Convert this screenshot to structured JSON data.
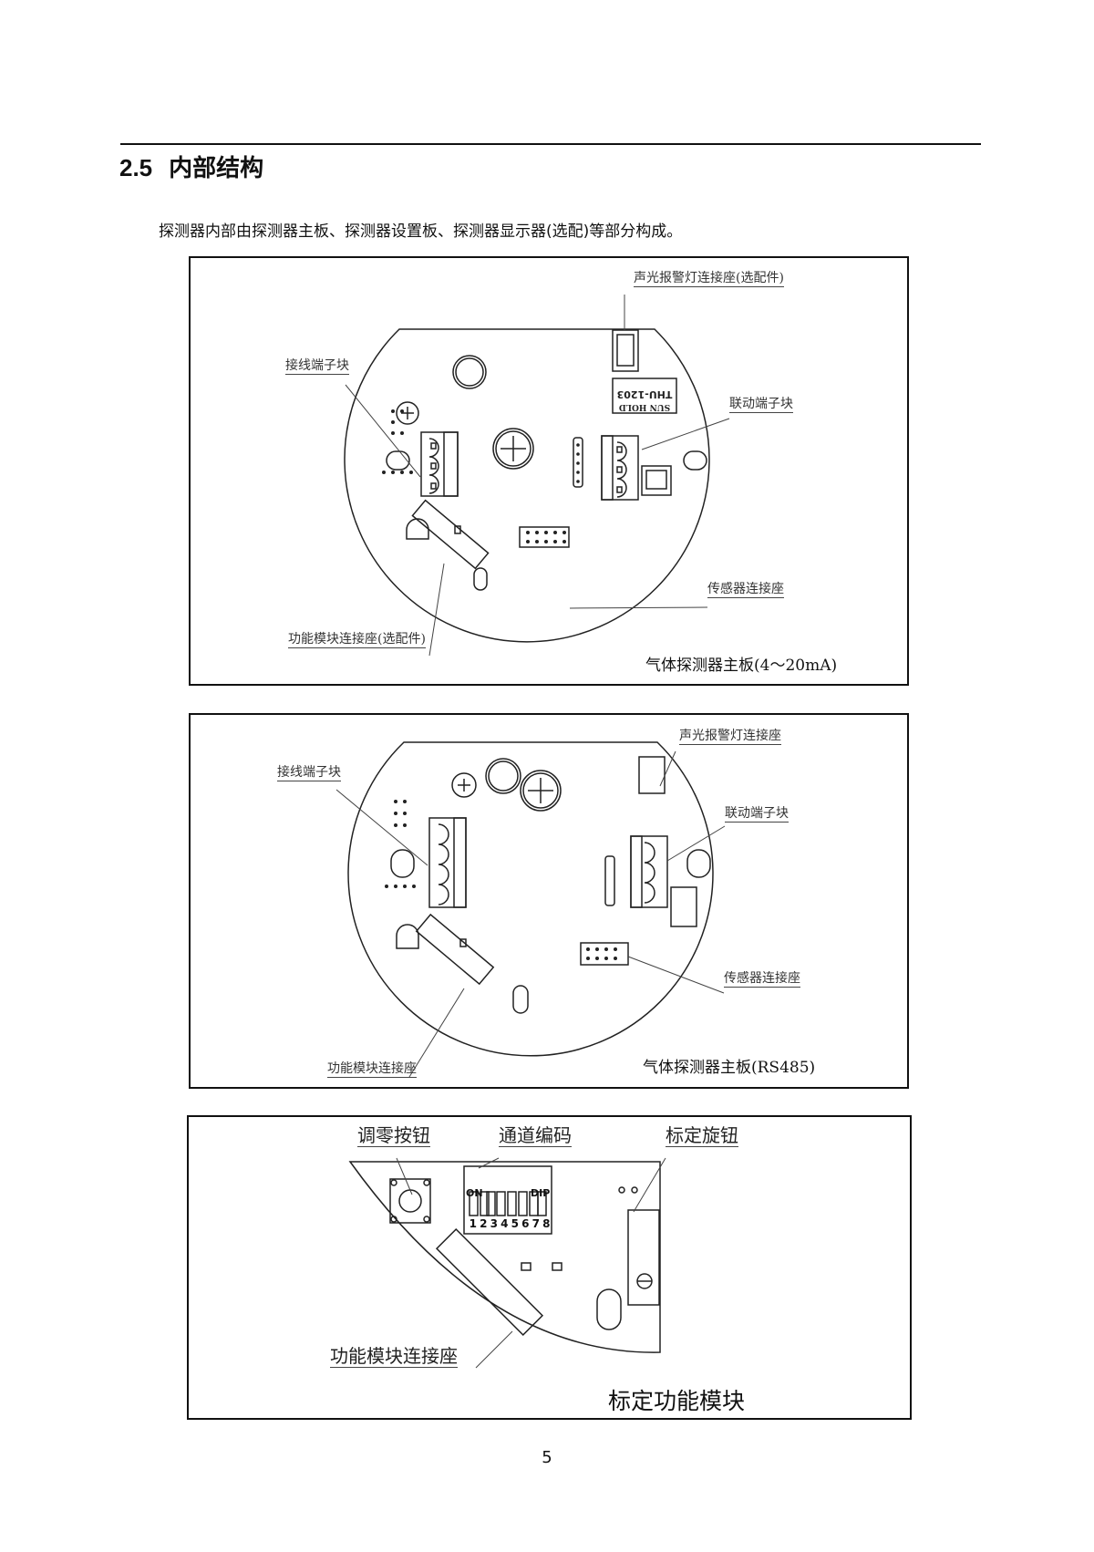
{
  "section": {
    "number": "2.5",
    "title": "内部结构"
  },
  "intro": "探测器内部由探测器主板、探测器设置板、探测器显示器(选配)等部分构成。",
  "figure1": {
    "labels": {
      "alarm_light": "声光报警灯连接座(选配件)",
      "wiring_terminal": "接线端子块",
      "linkage_terminal": "联动端子块",
      "sensor_connector": "传感器连接座",
      "function_module": "功能模块连接座(选配件)"
    },
    "chip_text": [
      "THU-1203",
      "SUN HOLD"
    ],
    "caption": "气体探测器主板(4～20mA)"
  },
  "figure2": {
    "labels": {
      "alarm_light": "声光报警灯连接座",
      "wiring_terminal": "接线端子块",
      "linkage_terminal": "联动端子块",
      "sensor_connector": "传感器连接座",
      "function_module": "功能模块连接座"
    },
    "caption": "气体探测器主板(RS485)"
  },
  "figure3": {
    "labels": {
      "zero_button": "调零按钮",
      "channel_code": "通道编码",
      "calib_knob": "标定旋钮",
      "function_module": "功能模块连接座"
    },
    "dip": {
      "on": "ON",
      "dip": "DIP",
      "switches": [
        "1",
        "2",
        "3",
        "4",
        "5",
        "6",
        "7",
        "8"
      ]
    },
    "caption": "标定功能模块"
  },
  "page_number": "5"
}
